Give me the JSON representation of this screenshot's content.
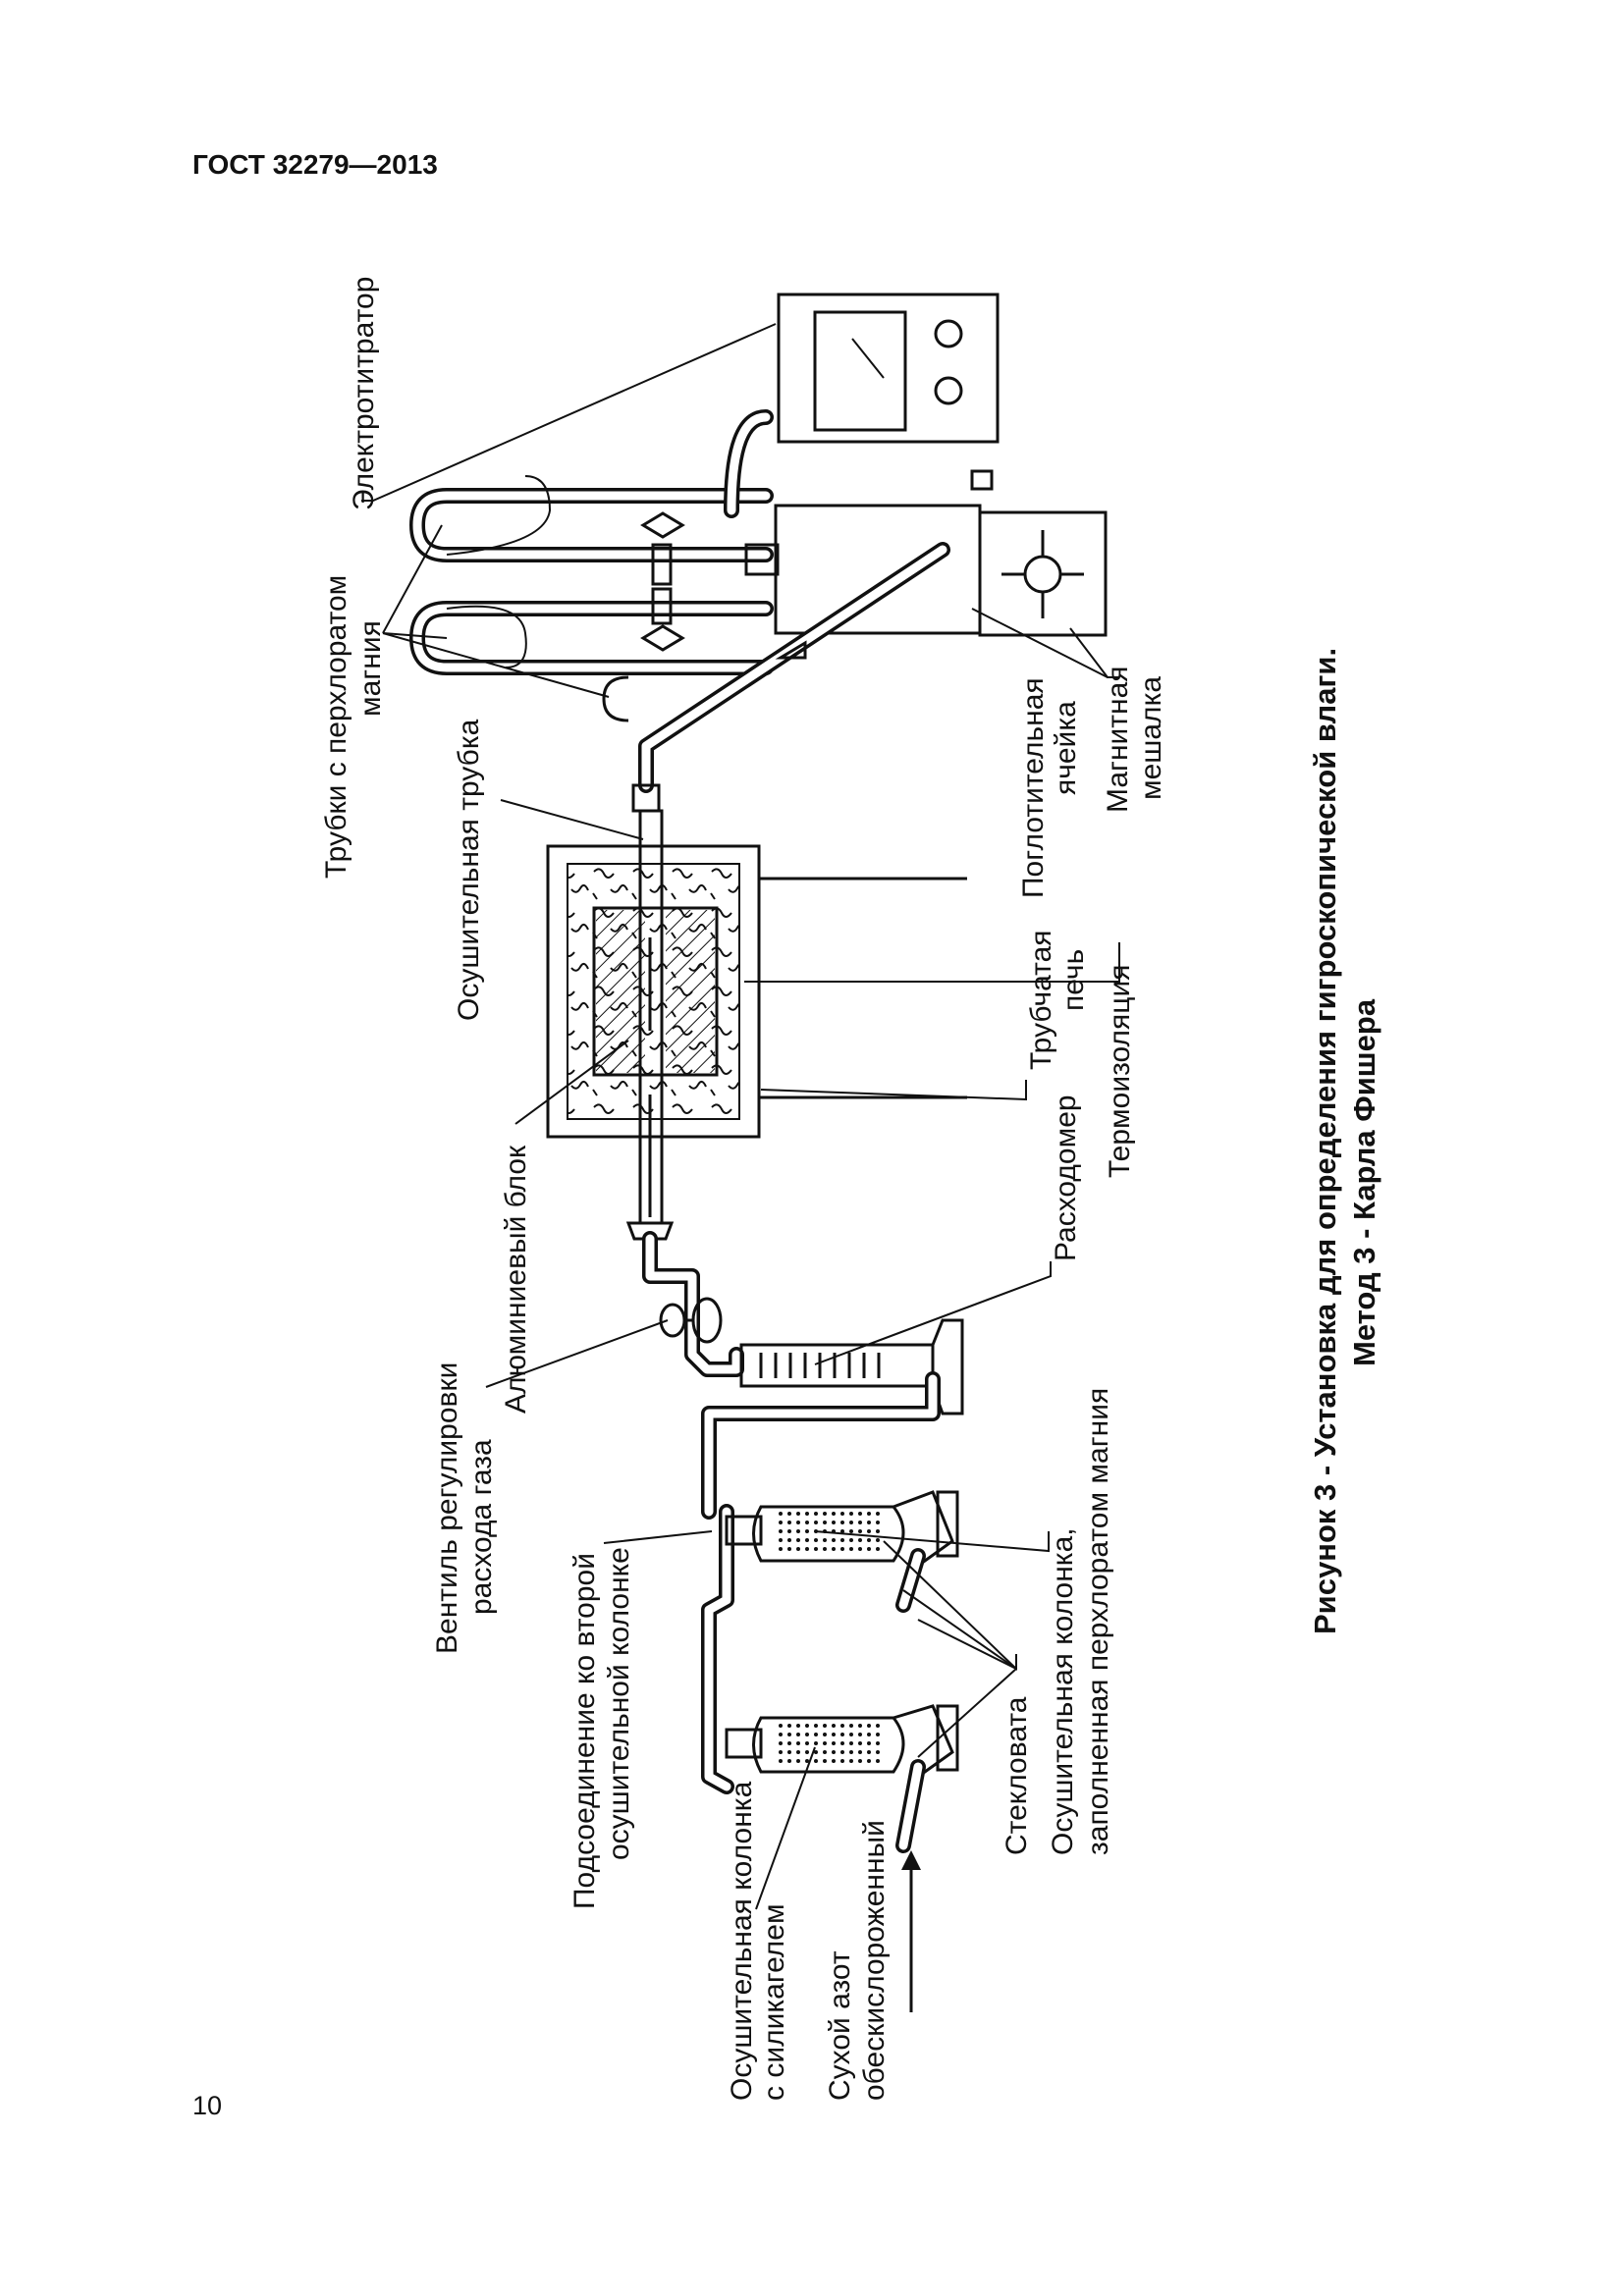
{
  "document": {
    "header": "ГОСТ 32279—2013",
    "page_number": "10"
  },
  "figure": {
    "caption_line1": "Рисунок 3 - Установка для определения гигроскопической влаги.",
    "caption_line2": "Метод 3 - Карла Фишера",
    "labels": {
      "electrotitrator": "Электротитратор",
      "perchlorate_tubes_1": "Трубки с перхлоратом",
      "perchlorate_tubes_2": "магния",
      "drying_tube": "Осушительная трубка",
      "absorption_cell_1": "Поглотительная",
      "absorption_cell_2": "ячейка",
      "magnetic_stirrer_1": "Магнитная",
      "magnetic_stirrer_2": "мешалка",
      "aluminium_block": "Алюминиевый блок",
      "tube_furnace_1": "Трубчатая",
      "tube_furnace_2": "печь",
      "thermal_insulation": "Термоизоляция",
      "flowmeter": "Расходомер",
      "gas_valve_1": "Вентиль регулировки",
      "gas_valve_2": "расхода газа",
      "connection_1": "Подсоединение ко второй",
      "connection_2": "осушительной колонке",
      "drying_column_perchlorate_1": "Осушительная колонка,",
      "drying_column_perchlorate_2": "заполненная перхлоратом магния",
      "glass_wool": "Стекловата",
      "drying_column_silica_1": "Осушительная колонка",
      "drying_column_silica_2": "с силикагелем",
      "nitrogen_1": "Сухой азот",
      "nitrogen_2": "обескислороженный"
    }
  }
}
